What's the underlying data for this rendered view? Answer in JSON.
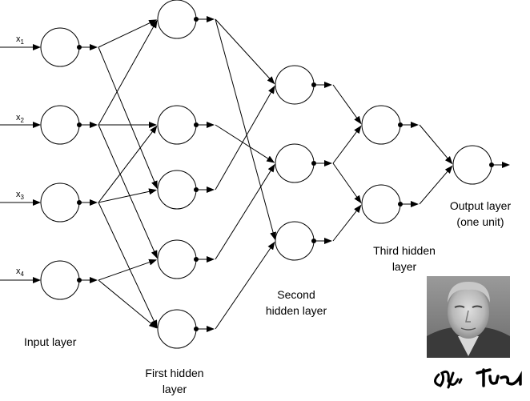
{
  "inputs": [
    {
      "name": "x",
      "sub": "1"
    },
    {
      "name": "x",
      "sub": "2"
    },
    {
      "name": "x",
      "sub": "3"
    },
    {
      "name": "x",
      "sub": "4"
    }
  ],
  "labels": {
    "input_layer": "Input layer",
    "first_hidden_1": "First hidden",
    "first_hidden_2": "layer",
    "second_hidden_1": "Second",
    "second_hidden_2": "hidden layer",
    "third_hidden_1": "Third hidden",
    "third_hidden_2": "layer",
    "output_1": "Output layer",
    "output_2": "(one unit)"
  },
  "portrait": {
    "icon": "portrait-photo",
    "signature": "handwritten-signature"
  }
}
